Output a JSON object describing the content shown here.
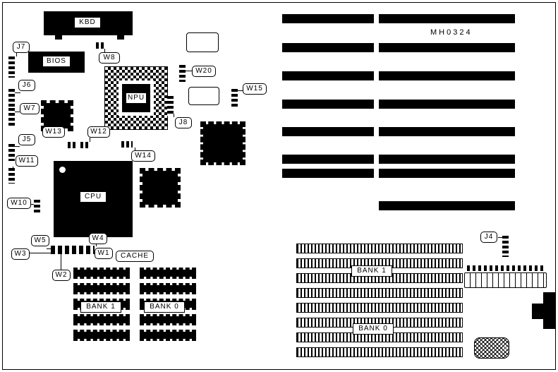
{
  "diagram": {
    "part_number": "MH0324",
    "chip_labels": {
      "kbd": "KBD",
      "bios": "BIOS",
      "npu": "NPU",
      "cpu": "CPU",
      "cache": "CACHE"
    },
    "memory_labels": {
      "left_bank1": "BANK 1",
      "left_bank0": "BANK 0",
      "right_bank1": "BANK 1",
      "right_bank0": "BANK 0"
    },
    "jumper_labels": {
      "j4": "J4",
      "j5": "J5",
      "j6": "J6",
      "j7": "J7",
      "j8": "J8",
      "w1": "W1",
      "w2": "W2",
      "w3": "W3",
      "w4": "W4",
      "w5": "W5",
      "w7": "W7",
      "w8": "W8",
      "w10": "W10",
      "w11": "W11",
      "w12": "W12",
      "w13": "W13",
      "w14": "W14",
      "w15": "W15",
      "w20": "W20"
    }
  }
}
